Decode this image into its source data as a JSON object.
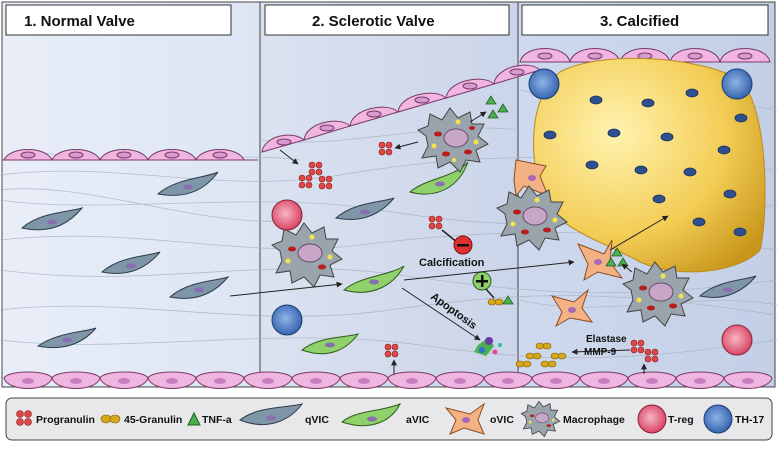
{
  "panels": [
    {
      "title": "1. Normal Valve"
    },
    {
      "title": "2. Sclerotic Valve"
    },
    {
      "title": "3. Calcified"
    }
  ],
  "labels": {
    "calcification": "Calcification",
    "apoptosis": "Apoptosis",
    "elastase": "Elastase",
    "mmp9": "MMP-9"
  },
  "legend": {
    "items": [
      {
        "label": "Progranulin",
        "icon": "progranulin-icon"
      },
      {
        "label": "45-Granulin",
        "icon": "granulin-icon"
      },
      {
        "label": "TNF-a",
        "icon": "tnf-a-icon"
      },
      {
        "label": "qVIC",
        "icon": "qvic-cell-icon"
      },
      {
        "label": "aVIC",
        "icon": "avic-cell-icon"
      },
      {
        "label": "oVIC",
        "icon": "ovic-cell-icon"
      },
      {
        "label": "Macrophage",
        "icon": "macrophage-icon"
      },
      {
        "label": "T-reg",
        "icon": "treg-cell-icon"
      },
      {
        "label": "TH-17",
        "icon": "th17-cell-icon"
      }
    ]
  },
  "colors": {
    "endothelial": "#f1b6e0",
    "qvic": "#7f95a8",
    "avic": "#8fd16a",
    "ovic": "#f4b183",
    "treg": "#e0536f",
    "th17": "#3e6fb8",
    "progranulin": "#e04848",
    "granulin": "#d7a81c",
    "tnf": "#4caf50",
    "calcium": "#f5c842"
  }
}
